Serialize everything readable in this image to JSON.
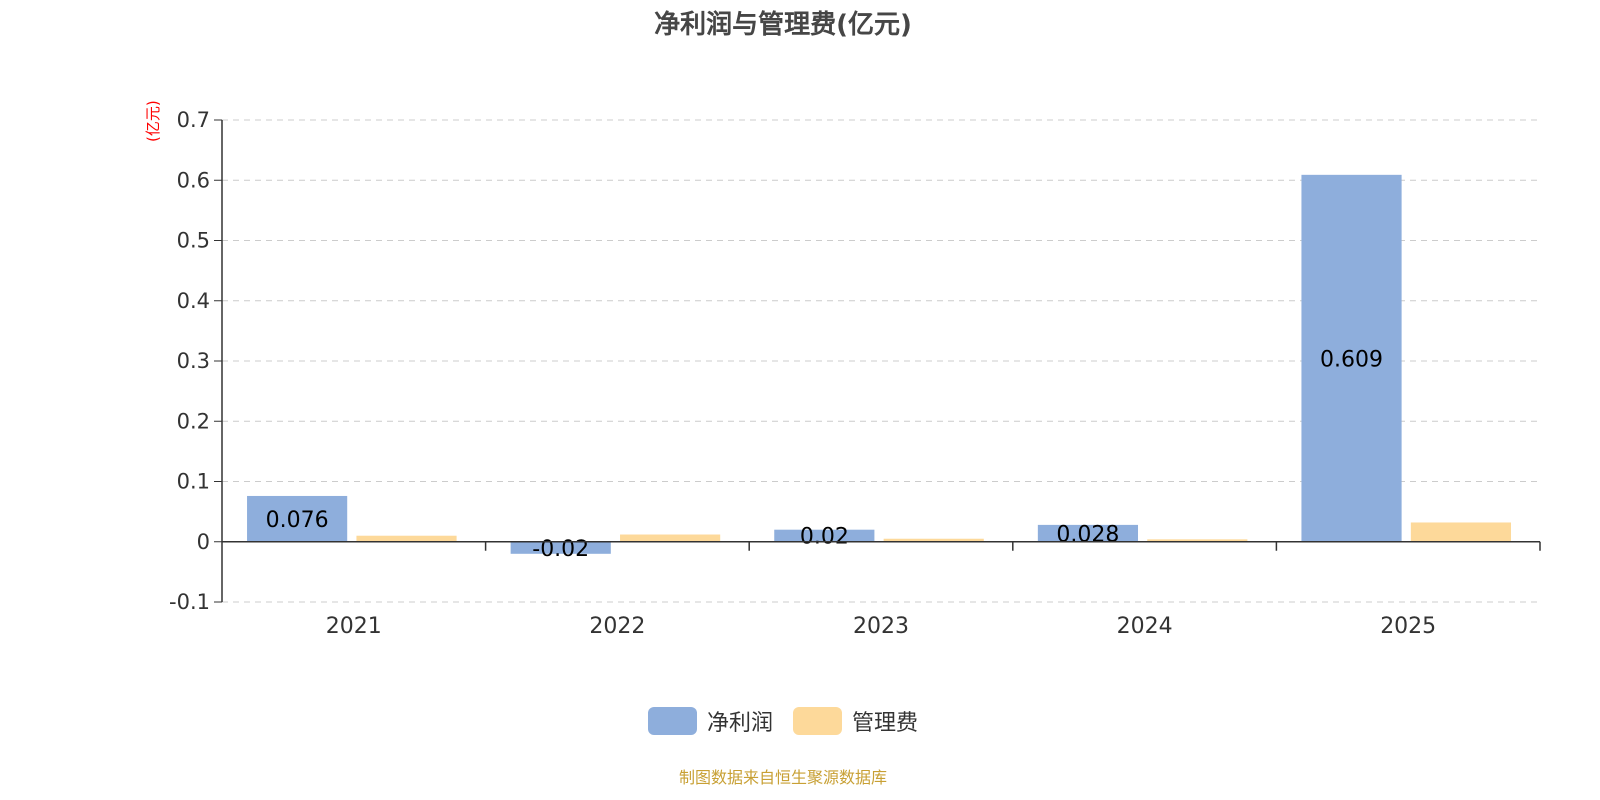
{
  "title": "净利润与管理费(亿元)",
  "unit": "(亿元)",
  "source": "制图数据来自恒生聚源数据库",
  "colors": {
    "net_profit": "#8eaedc",
    "admin_fee": "#fdd99a",
    "grid": "#cccccc",
    "axis": "#333333"
  },
  "chart_data": {
    "type": "bar",
    "title": "净利润与管理费(亿元)",
    "ylabel": "(亿元)",
    "categories": [
      "2021",
      "2022",
      "2023",
      "2024",
      "2025"
    ],
    "ylim": [
      -0.1,
      0.7
    ],
    "yticks": [
      "0.7",
      "0.6",
      "0.5",
      "0.4",
      "0.3",
      "0.2",
      "0.1",
      "0",
      "-0.1"
    ],
    "grid": true,
    "legend_position": "bottom",
    "series": [
      {
        "name": "净利润",
        "values": [
          0.076,
          -0.02,
          0.02,
          0.028,
          0.609
        ],
        "labels": [
          "0.076",
          "-0.02",
          "0.02",
          "0.028",
          "0.609"
        ]
      },
      {
        "name": "管理费",
        "values": [
          0.01,
          0.012,
          0.005,
          0.004,
          0.032
        ]
      }
    ]
  }
}
